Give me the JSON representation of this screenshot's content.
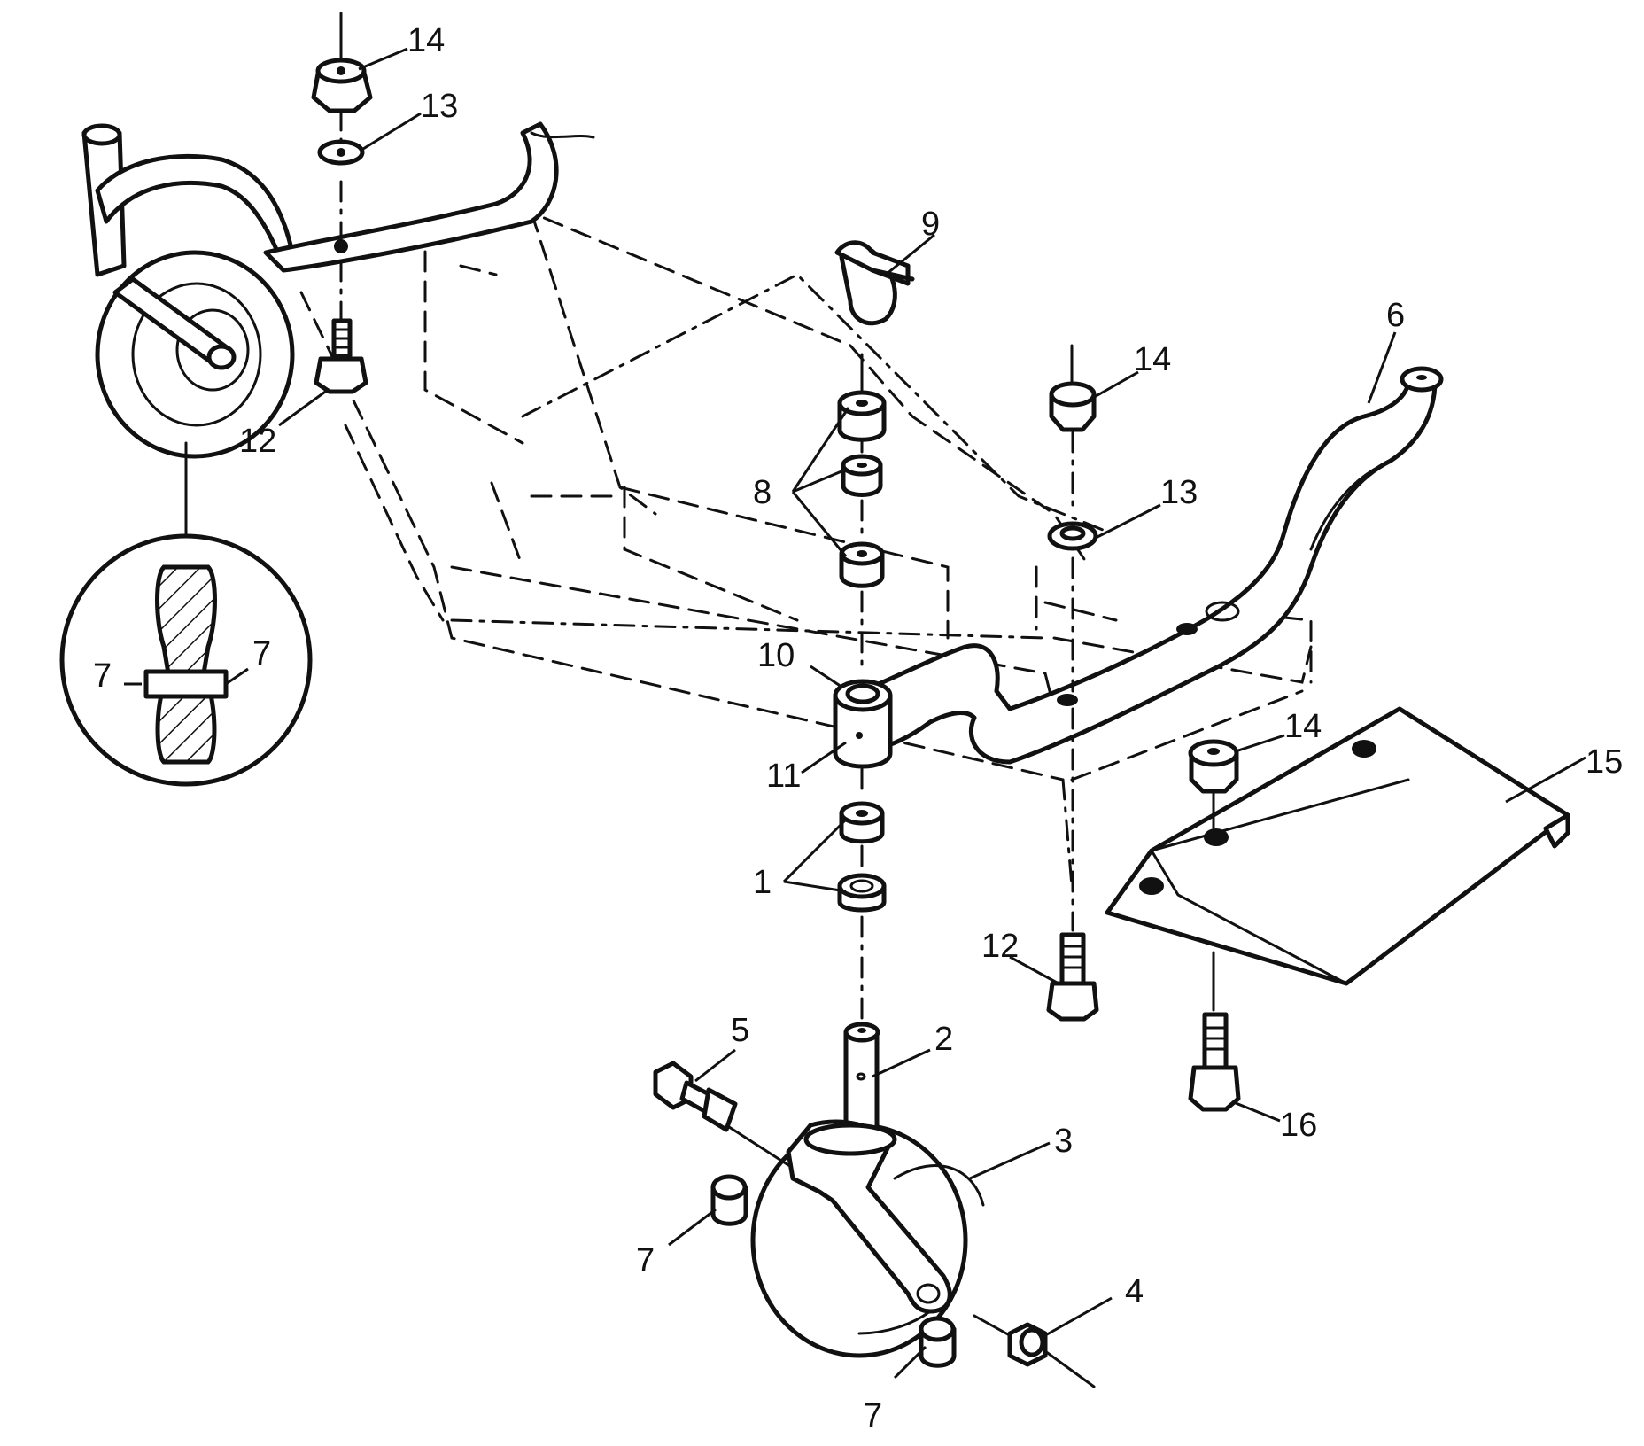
{
  "callouts": [
    {
      "id": "c1",
      "text": "1"
    },
    {
      "id": "c2",
      "text": "2"
    },
    {
      "id": "c3",
      "text": "3"
    },
    {
      "id": "c4",
      "text": "4"
    },
    {
      "id": "c5",
      "text": "5"
    },
    {
      "id": "c6",
      "text": "6"
    },
    {
      "id": "c7a",
      "text": "7"
    },
    {
      "id": "c7b",
      "text": "7"
    },
    {
      "id": "c7c",
      "text": "7"
    },
    {
      "id": "c7d",
      "text": "7"
    },
    {
      "id": "c8",
      "text": "8"
    },
    {
      "id": "c9",
      "text": "9"
    },
    {
      "id": "c10",
      "text": "10"
    },
    {
      "id": "c11",
      "text": "11"
    },
    {
      "id": "c12a",
      "text": "12"
    },
    {
      "id": "c12b",
      "text": "12"
    },
    {
      "id": "c13a",
      "text": "13"
    },
    {
      "id": "c13b",
      "text": "13"
    },
    {
      "id": "c14a",
      "text": "14"
    },
    {
      "id": "c14b",
      "text": "14"
    },
    {
      "id": "c14c",
      "text": "14"
    },
    {
      "id": "c15",
      "text": "15"
    },
    {
      "id": "c16",
      "text": "16"
    }
  ]
}
